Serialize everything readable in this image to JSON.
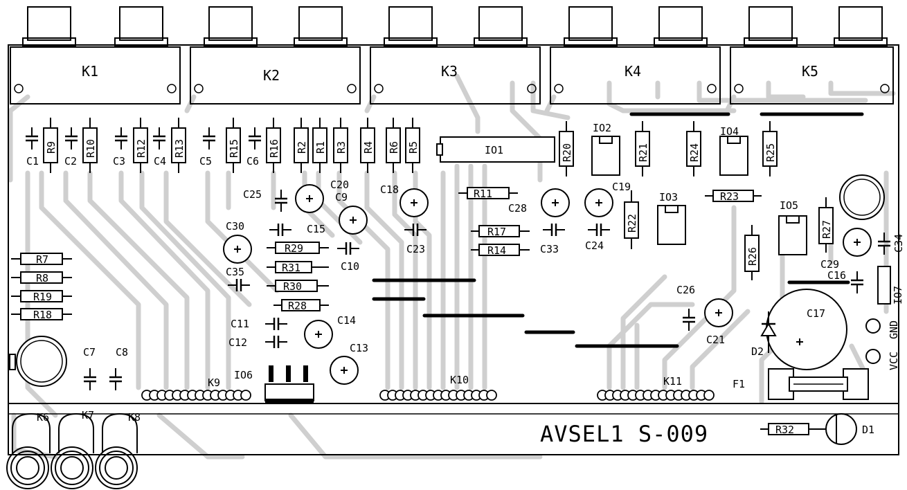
{
  "board": {
    "title": "AVSEL1 S-009"
  },
  "colors": {
    "trace": "#cfcfcf",
    "ink": "#000000",
    "background": "#ffffff"
  },
  "switches": [
    "K1",
    "K2",
    "K3",
    "K4",
    "K5"
  ],
  "jacks": [
    "K6",
    "K7",
    "K8"
  ],
  "connectors": [
    "K9",
    "K10",
    "K11",
    "F1"
  ],
  "ics": [
    "IO1",
    "IO2",
    "IO3",
    "IO4",
    "IO5",
    "IO6",
    "IO7"
  ],
  "resistors_vertical": [
    "R9",
    "R10",
    "R12",
    "R13",
    "R15",
    "R16",
    "R2",
    "R1",
    "R3",
    "R4",
    "R6",
    "R5",
    "R20",
    "R21",
    "R24",
    "R25",
    "R22",
    "R26",
    "R27"
  ],
  "resistors_horizontal": [
    "R7",
    "R8",
    "R19",
    "R18",
    "R29",
    "R31",
    "R30",
    "R28",
    "R11",
    "R17",
    "R14",
    "R23",
    "R32"
  ],
  "capacitors": [
    "C1",
    "C2",
    "C3",
    "C4",
    "C5",
    "C6",
    "C7",
    "C8",
    "C10",
    "C11",
    "C12",
    "C15",
    "C16",
    "C20",
    "C23",
    "C24",
    "C25",
    "C33",
    "C34",
    "C35"
  ],
  "electrolytics": [
    "C9",
    "C13",
    "C14",
    "C17",
    "C18",
    "C19",
    "C21",
    "C26",
    "C28",
    "C29",
    "C30"
  ],
  "diodes": [
    "D1",
    "D2"
  ],
  "power_pads": [
    "GND",
    "VCC"
  ]
}
